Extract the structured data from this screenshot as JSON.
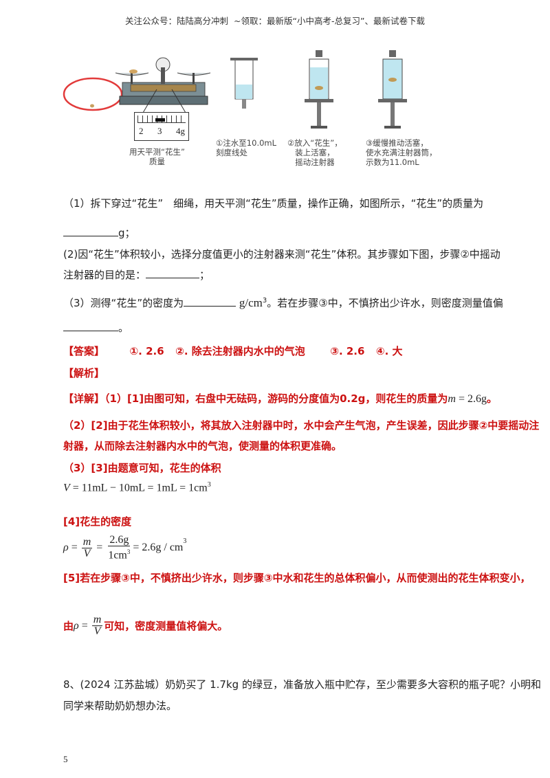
{
  "header": {
    "left": "关注公众号：陆陆高分冲刺",
    "right": "~领取：最新版“小中高考-总复习”、最新试卷下载"
  },
  "figure": {
    "scale_labels": [
      "2",
      "3",
      "4g"
    ],
    "captions": {
      "c1": [
        "用天平测“花生”",
        "质量"
      ],
      "c2": [
        "①注水至10.0mL",
        "刻度线处"
      ],
      "c3": [
        "②放入“花生”，",
        "装上活塞，",
        "摇动注射器"
      ],
      "c4": [
        "③缓慢推动活塞，",
        "使水充满注射器筒，",
        "示数为11.0mL"
      ]
    }
  },
  "question": {
    "q1": "（1）拆下穿过“花生”　细绳，用天平测“花生”质量，操作正确，如图所示，“花生”的质量为",
    "q1_unit": "g；",
    "q2_line1": "(2)因“花生”体积较小，选择分度值更小的注射器来测“花生”体积。其步骤如下图，步骤②中摇动",
    "q2_line2": "注射器的目的是：",
    "q2_end": "；",
    "q3_a": "（3）测得“花生”的密度为",
    "q3_unit": "g/cm",
    "q3_exp": "3",
    "q3_b": "。若在步骤③中，不慎挤出少许水，则密度测量值偏",
    "q3_end": "。"
  },
  "answer": {
    "label": "【答案】",
    "a1": "①. 2.6",
    "a2": "②. 除去注射器内水中的气泡",
    "a3": "③. 2.6",
    "a4": "④. 大"
  },
  "analysis": {
    "label": "【解析】",
    "detail_label": "【详解】",
    "p1": "（1）[1]由图可知，右盘中无砝码，游码的分度值为0.2g，则花生的质量为",
    "p1_math_var": "m",
    "p1_math_val": " = 2.6g",
    "p1_end": "。",
    "p2_line1": "（2）[2]由于花生体积较小，将其放入注射器中时，水中会产生气泡，产生误差，因此步骤②中要摇动注",
    "p2_line2": "射器，从而除去注射器内水中的气泡，使测量的体积更准确。",
    "p3": "（3）[3]由题意可知，花生的体积",
    "eq1_var": "V",
    "eq1_rest": " = 11mL − 10mL = 1mL = 1cm",
    "eq1_exp": "3",
    "p4": "[4]花生的密度",
    "eq2_rho": "ρ",
    "eq2_m": "m",
    "eq2_V": "V",
    "eq2_num": "2.6g",
    "eq2_den": "1cm",
    "eq2_den_exp": "3",
    "eq2_result": " = 2.6g / cm",
    "eq2_result_exp": "3",
    "p5": "[5]若在步骤③中，不慎挤出少许水，则步骤③中水和花生的总体积偏小，从而使测出的花生体积变小，",
    "p6_a": "由",
    "p6_b": "可知，密度测量值将偏大。"
  },
  "q8": {
    "line1": "8、(2024 江苏盐城）奶奶买了 1.7kg 的绿豆，准备放入瓶中贮存，至少需要多大容积的瓶子呢？小明和",
    "line2": "同学来帮助奶奶想办法。"
  },
  "page_number": "5"
}
